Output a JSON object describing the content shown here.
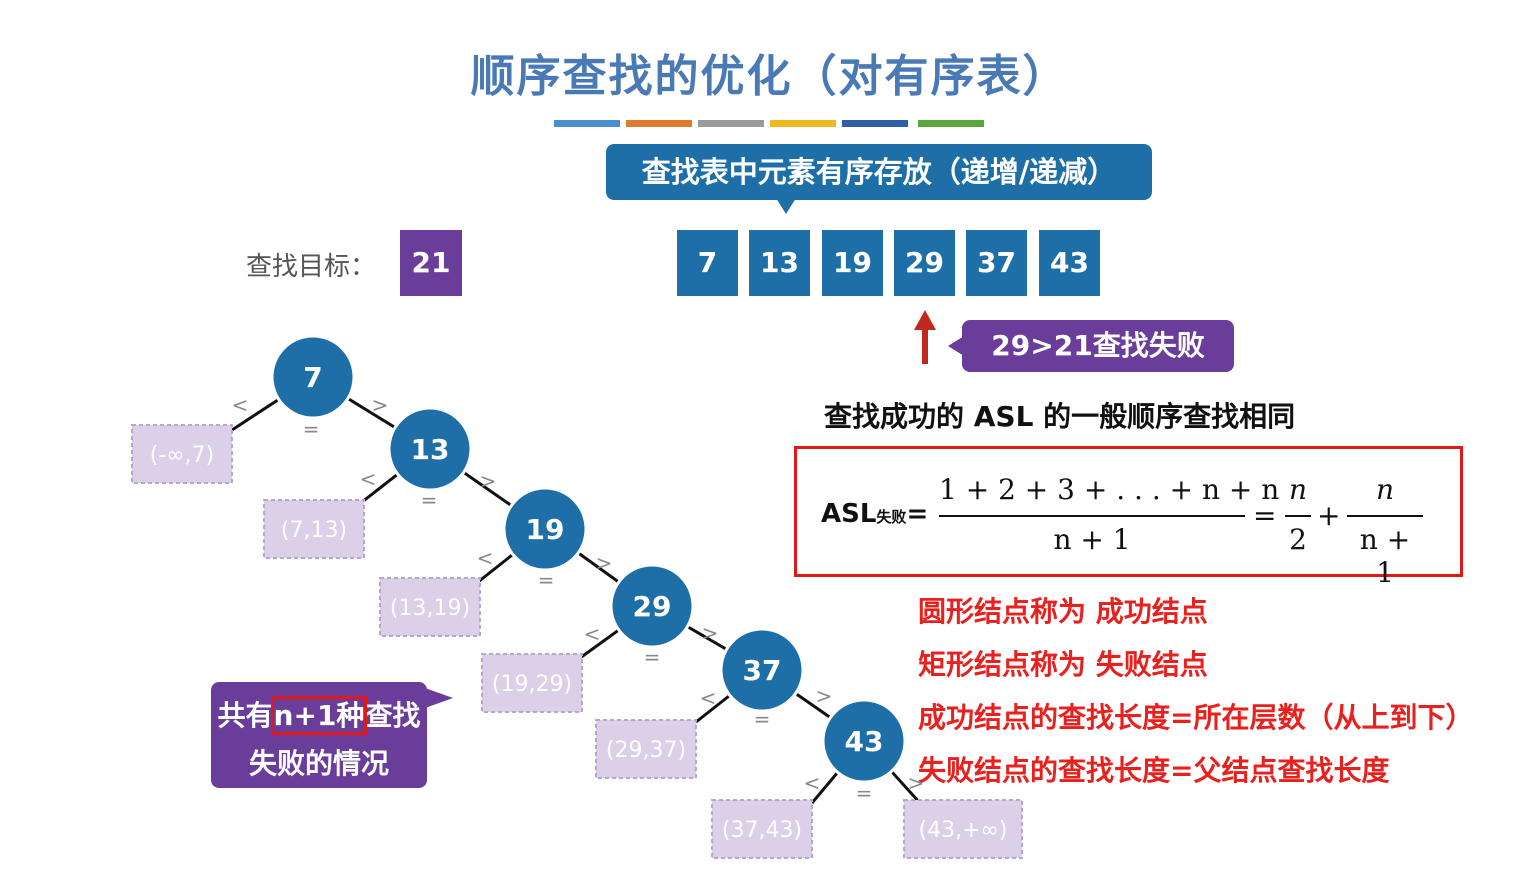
{
  "title": "顺序查找的优化（对有序表）",
  "stripe_colors": [
    "#4a90d0",
    "#e0792e",
    "#9a9a9a",
    "#f0b820",
    "#2f5ea8",
    "#5aa83c"
  ],
  "callout_top": "查找表中元素有序存放（递增/递减）",
  "target": {
    "label": "查找目标：",
    "value": "21"
  },
  "array": [
    "7",
    "13",
    "19",
    "29",
    "37",
    "43"
  ],
  "fail_callout": "29>21查找失败",
  "asl_note": "查找成功的 ASL 的一般顺序查找相同",
  "formula": {
    "lhs": "ASL",
    "lhs_sub": "失败",
    "eq": "=",
    "numerator1": "1 + 2 + 3 + . . . + n + n",
    "denominator1": "n + 1",
    "eq2": "=",
    "numerator2": "n",
    "denominator2": "2",
    "plus": "+",
    "numerator3": "n",
    "denominator3": "n + 1"
  },
  "notes": [
    "圆形结点称为 成功结点",
    "矩形结点称为 失败结点",
    "成功结点的查找长度=所在层数（从上到下）",
    "失败结点的查找长度=父结点查找长度"
  ],
  "purple_callout": {
    "line1_a": "共有",
    "line1_hl": "n+1种",
    "line1_b": "查找",
    "line2": "失败的情况"
  },
  "tree": {
    "nodes": [
      "7",
      "13",
      "19",
      "29",
      "37",
      "43"
    ],
    "fail_nodes": [
      "(-∞,7)",
      "(7,13)",
      "(13,19)",
      "(19,29)",
      "(29,37)",
      "(37,43)",
      "(43,+∞)"
    ],
    "lt": "<",
    "gt": ">",
    "eq": "="
  },
  "colors": {
    "blue": "#1e6fa8",
    "purple": "#6a3d9a",
    "red": "#e8201e",
    "fail_fill": "#dccfe8",
    "fail_text": "#ffffff"
  }
}
